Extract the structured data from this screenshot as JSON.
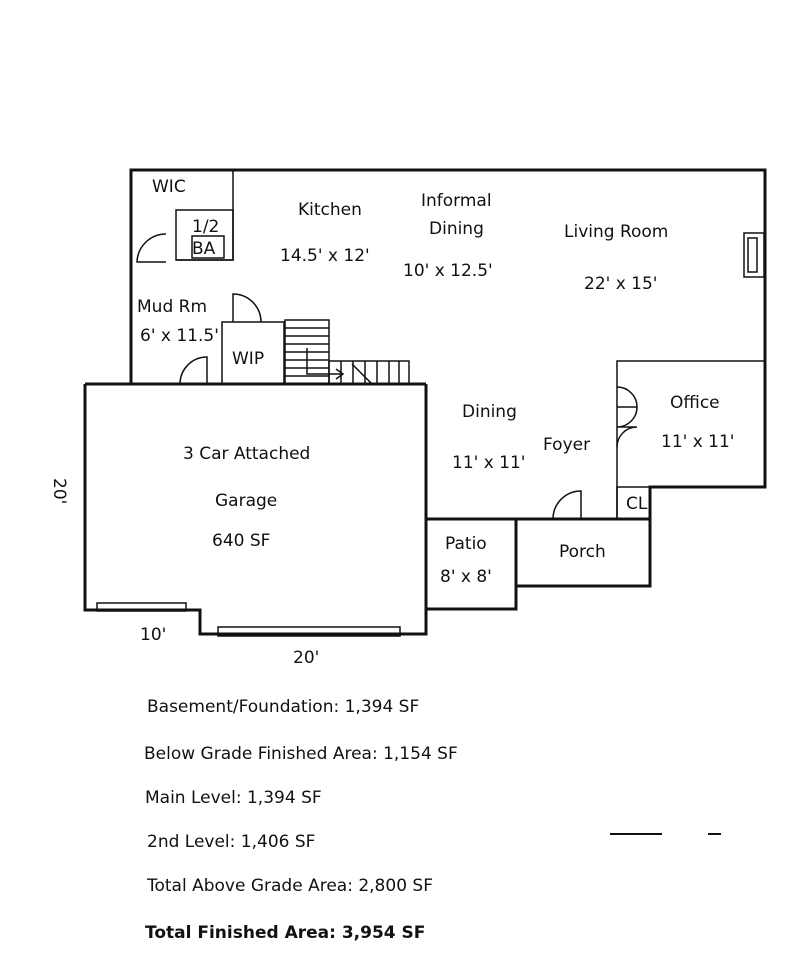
{
  "rooms": {
    "wic": "WIC",
    "half_bath_line1": "1/2",
    "half_bath_line2": "BA",
    "kitchen": "Kitchen",
    "kitchen_dim": "14.5' x 12'",
    "informal_dining_line1": "Informal",
    "informal_dining_line2": "Dining",
    "informal_dining_dim": "10' x 12.5'",
    "living_room": "Living Room",
    "living_room_dim": "22' x 15'",
    "mud_room": "Mud Rm",
    "mud_room_dim": "6' x 11.5'",
    "wip": "WIP",
    "dining": "Dining",
    "dining_dim": "11' x 11'",
    "foyer": "Foyer",
    "office": "Office",
    "office_dim": "11' x 11'",
    "closet": "CL",
    "garage_line1": "3 Car Attached",
    "garage_line2": "Garage",
    "garage_area": "640 SF",
    "patio": "Patio",
    "patio_dim": "8' x 8'",
    "porch": "Porch"
  },
  "dimensions": {
    "garage_side": "20'",
    "garage_bottom_left": "10'",
    "garage_bottom_right": "20'"
  },
  "stats": {
    "basement": "Basement/Foundation: 1,394 SF",
    "below_grade": "Below Grade Finished Area: 1,154 SF",
    "main_level": "Main Level: 1,394 SF",
    "second_level": "2nd Level: 1,406 SF",
    "total_above": "Total Above Grade Area: 2,800 SF",
    "total_finished": "Total Finished Area: 3,954 SF"
  }
}
